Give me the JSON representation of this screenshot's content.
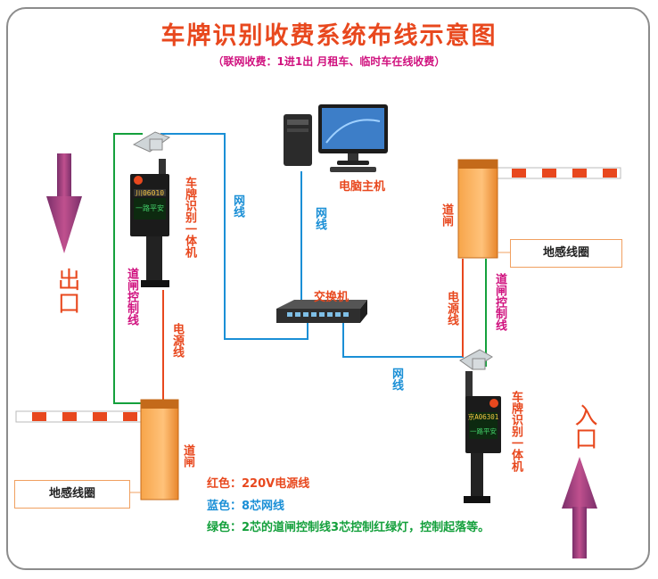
{
  "title": "车牌识别收费系统布线示意图",
  "subtitle": "（联网收费：1进1出 月租车、临时车在线收费）",
  "labels": {
    "exit": "出口",
    "entrance": "入口",
    "computer": "电脑主机",
    "switch": "交换机",
    "lpr_left": "车牌识别一体机",
    "lpr_right": "车牌识别一体机",
    "barrier_left": "道闸",
    "barrier_right": "道闸",
    "coil_left": "地感线圈",
    "coil_right": "地感线圈",
    "network_cable_1": "网线",
    "network_cable_2": "网线",
    "network_cable_3": "网线",
    "power_left": "电源线",
    "power_right": "电源线",
    "control_left": "道闸控制线",
    "control_right": "道闸控制线"
  },
  "display_left": [
    "川06010",
    "一路平安"
  ],
  "display_right": [
    "京A06301",
    "一路平安"
  ],
  "legend": {
    "red": "红色：220V电源线",
    "blue": "蓝色：8芯网线",
    "green": "绿色：2芯的道闸控制线3芯控制红绿灯，控制起落等。"
  },
  "colors": {
    "title": "#e8481e",
    "subtitle": "#d0127f",
    "network": "#1a8fd6",
    "power": "#e8481e",
    "control": "#14a03c",
    "arrow": "#a63a7a"
  }
}
